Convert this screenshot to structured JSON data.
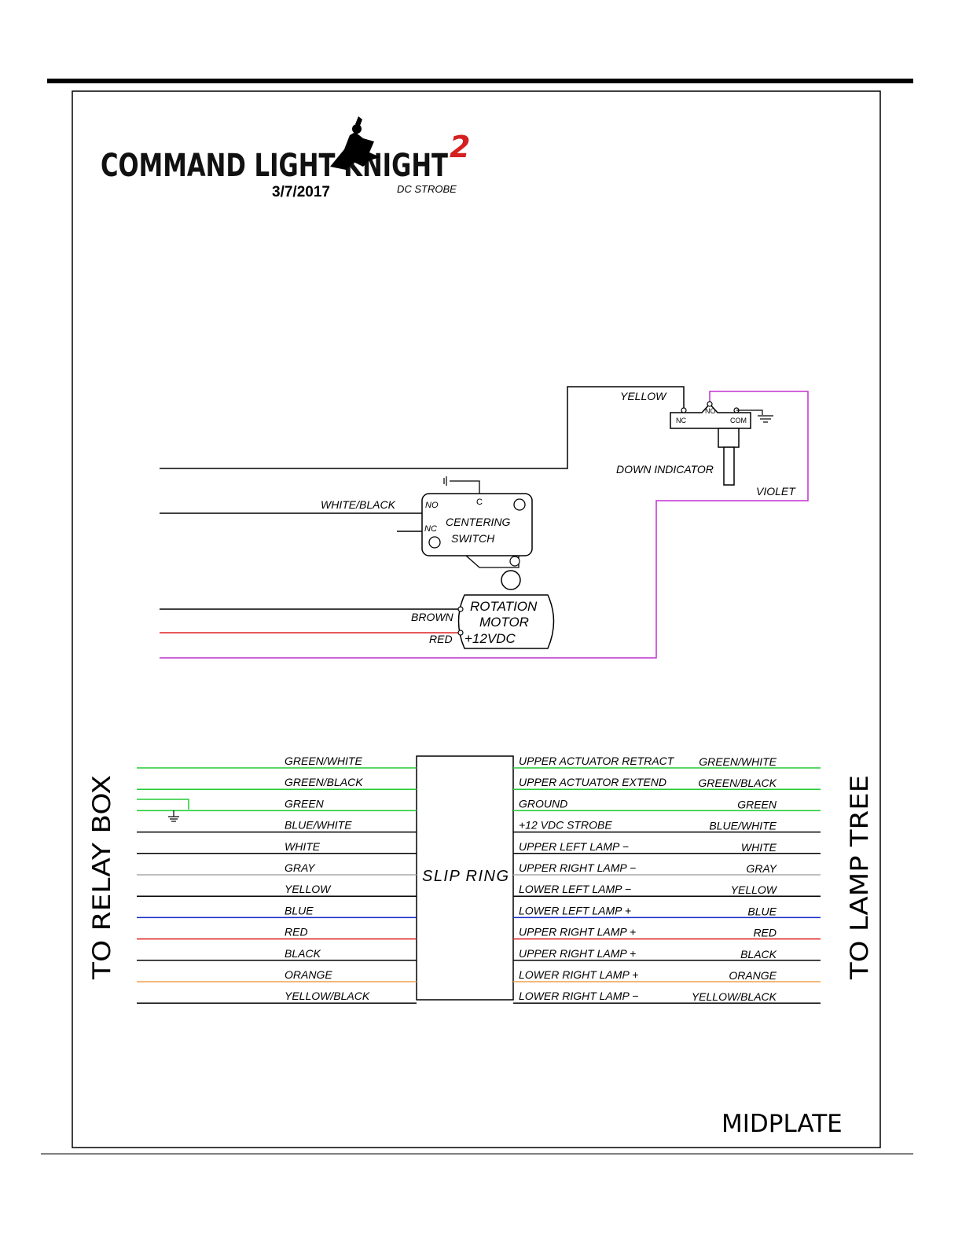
{
  "header": {
    "logo_text": "COMMAND LIGHT KNIGHT",
    "logo_superscript": "2",
    "date": "3/7/2017",
    "subtitle": "DC STROBE"
  },
  "colors": {
    "green": "#22cc33",
    "gray": "#a8a8a8",
    "blue": "#1a2ec8",
    "red": "#e02020",
    "orange": "#f0a050",
    "violet": "#c030d0",
    "black": "#000000"
  },
  "upper_section": {
    "down_indicator": {
      "label": "DOWN INDICATOR",
      "pin_nc": "NC",
      "pin_no": "NO",
      "pin_com": "COM",
      "wire_yellow": "YELLOW",
      "wire_violet": "VIOLET"
    },
    "centering_switch": {
      "label_line1": "CENTERING",
      "label_line2": "SWITCH",
      "pin_no": "NO",
      "pin_nc": "NC",
      "pin_c": "C",
      "wire": "WHITE/BLACK"
    },
    "rotation_motor": {
      "label_line1": "ROTATION",
      "label_line2": "MOTOR",
      "label_line3": "+12VDC",
      "wire_brown": "BROWN",
      "wire_red": "RED"
    }
  },
  "slip_ring": {
    "label": "SLIP RING",
    "left_label": "TO RELAY BOX",
    "right_label": "TO LAMP TREE",
    "rows": [
      {
        "left": "GREEN/WHITE",
        "function": "UPPER ACTUATOR RETRACT",
        "right": "GREEN/WHITE",
        "color": "green"
      },
      {
        "left": "GREEN/BLACK",
        "function": "UPPER ACTUATOR EXTEND",
        "right": "GREEN/BLACK",
        "color": "green"
      },
      {
        "left": "GREEN",
        "function": "GROUND",
        "right": "GREEN",
        "color": "green"
      },
      {
        "left": "BLUE/WHITE",
        "function": "+12 VDC STROBE",
        "right": "BLUE/WHITE",
        "color": "black"
      },
      {
        "left": "WHITE",
        "function": "UPPER LEFT LAMP −",
        "right": "WHITE",
        "color": "black"
      },
      {
        "left": "GRAY",
        "function": "UPPER RIGHT LAMP −",
        "right": "GRAY",
        "color": "gray"
      },
      {
        "left": "YELLOW",
        "function": "LOWER LEFT LAMP −",
        "right": "YELLOW",
        "color": "black"
      },
      {
        "left": "BLUE",
        "function": "LOWER LEFT LAMP +",
        "right": "BLUE",
        "color": "blue"
      },
      {
        "left": "RED",
        "function": "UPPER RIGHT LAMP +",
        "right": "RED",
        "color": "red"
      },
      {
        "left": "BLACK",
        "function": "UPPER RIGHT LAMP +",
        "right": "BLACK",
        "color": "black"
      },
      {
        "left": "ORANGE",
        "function": "LOWER RIGHT LAMP +",
        "right": "ORANGE",
        "color": "orange"
      },
      {
        "left": "YELLOW/BLACK",
        "function": "LOWER RIGHT LAMP −",
        "right": "YELLOW/BLACK",
        "color": "black"
      }
    ]
  },
  "footer": {
    "plate": "MIDPLATE"
  }
}
